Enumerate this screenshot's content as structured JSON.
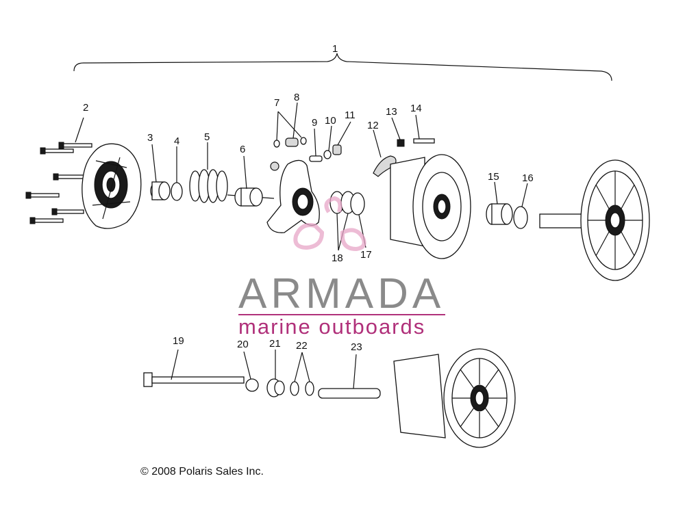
{
  "callouts": [
    "1",
    "2",
    "3",
    "4",
    "5",
    "6",
    "7",
    "8",
    "9",
    "10",
    "11",
    "12",
    "13",
    "14",
    "15",
    "16",
    "17",
    "18",
    "19",
    "20",
    "21",
    "22",
    "23"
  ],
  "watermark": {
    "title": "ARMADA",
    "subtitle": "marine outboards",
    "colors": {
      "title": "#8a8a8a",
      "subtitle": "#b0307a",
      "logo": "#e8a6c8"
    }
  },
  "copyright": "© 2008 Polaris Sales Inc."
}
